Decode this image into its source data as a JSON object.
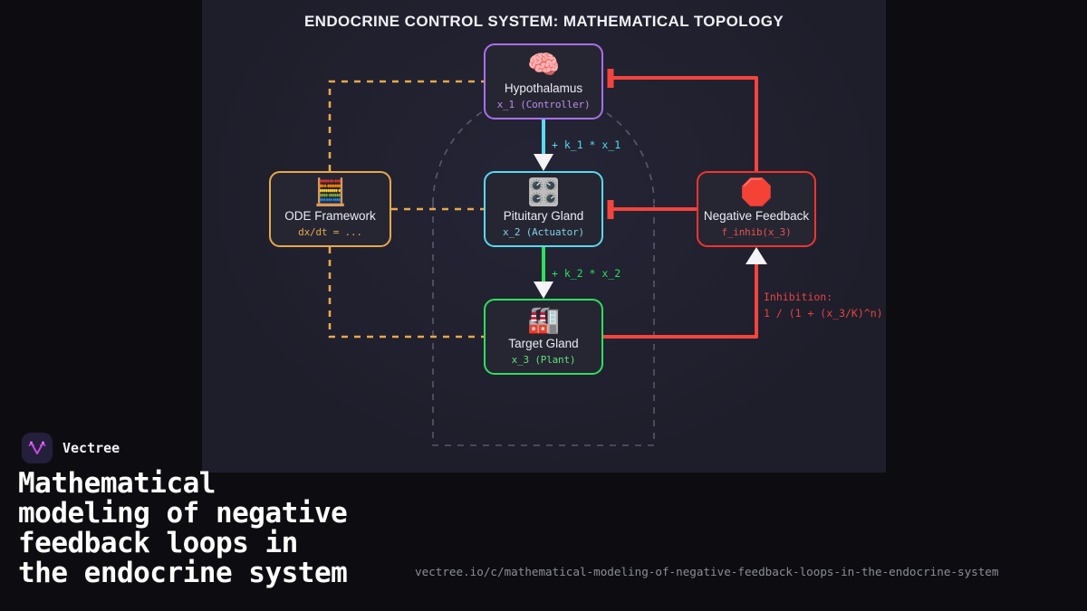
{
  "diagram": {
    "title": "ENDOCRINE CONTROL SYSTEM: MATHEMATICAL TOPOLOGY",
    "nodes": [
      {
        "id": "hypothalamus",
        "emoji": "🧠",
        "icon_name": "brain-icon",
        "label": "Hypothalamus",
        "var": "x_1 (Controller)",
        "color": "#a970e8"
      },
      {
        "id": "pituitary",
        "emoji": "🎛️",
        "icon_name": "control-knobs-icon",
        "label": "Pituitary Gland",
        "var": "x_2 (Actuator)",
        "color": "#5ad9ef"
      },
      {
        "id": "target",
        "emoji": "🏭",
        "icon_name": "factory-icon",
        "label": "Target Gland",
        "var": "x_3 (Plant)",
        "color": "#2fdf5c"
      },
      {
        "id": "feedback",
        "emoji": "🛑",
        "icon_name": "stop-sign-icon",
        "label": "Negative Feedback",
        "var": "f_inhib(x_3)",
        "color": "#f4342e"
      },
      {
        "id": "ode",
        "emoji": "🧮",
        "icon_name": "abacus-icon",
        "label": "ODE Framework",
        "var": "dx/dt = ...",
        "color": "#e8a84c"
      }
    ],
    "edges": [
      {
        "id": "stimulation-1",
        "label": "+ k_1 * x_1",
        "color": "#5ad9ef",
        "from": "hypothalamus",
        "to": "pituitary"
      },
      {
        "id": "stimulation-2",
        "label": "+ k_2 * x_2",
        "color": "#2fdf5c",
        "from": "pituitary",
        "to": "target"
      }
    ],
    "annotation": {
      "title": "Inhibition:",
      "formula": "1 / (1 + (x_3/K)^n)",
      "color": "#e8443e"
    }
  },
  "brand": {
    "name": "Vectree",
    "logo_name": "vectree-logo"
  },
  "headline": {
    "line1": "Mathematical",
    "line2": "modeling of negative",
    "line3": "feedback loops in",
    "line4": "the endocrine system"
  },
  "url": "vectree.io/c/mathematical-modeling-of-negative-feedback-loops-in-the-endocrine-system"
}
